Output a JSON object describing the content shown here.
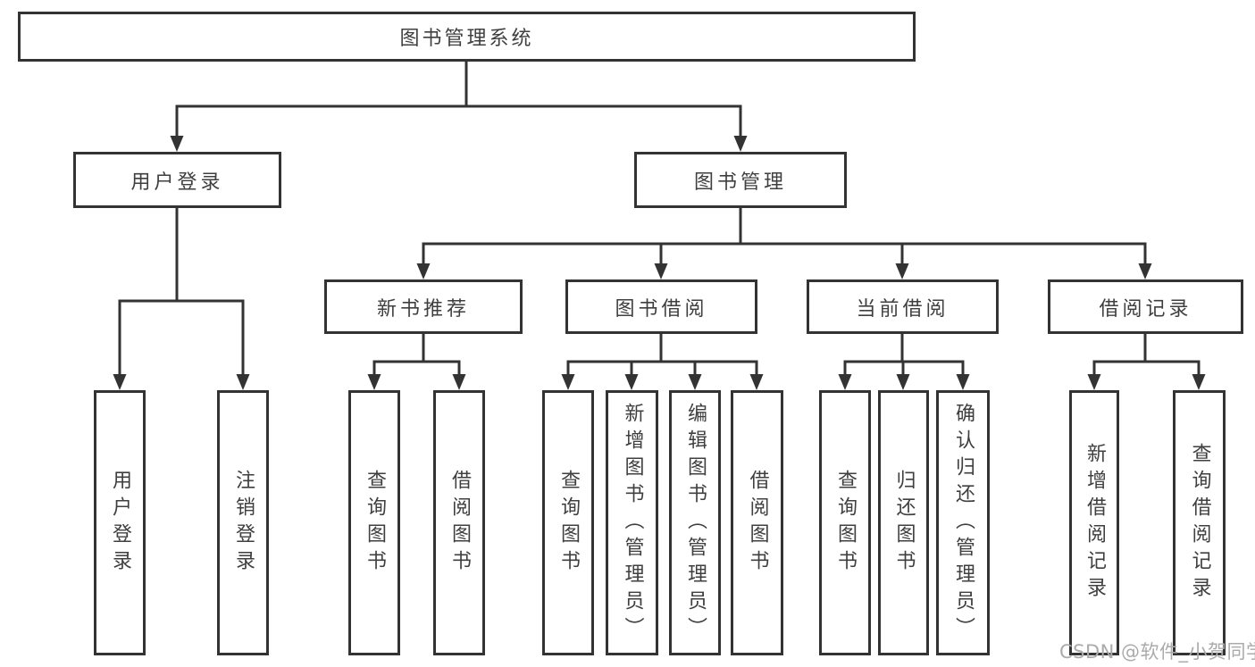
{
  "tree": {
    "root": {
      "label": "图书管理系统"
    },
    "children": [
      {
        "label": "用户登录",
        "children": [
          {
            "label": "用户登录"
          },
          {
            "label": "注销登录"
          }
        ]
      },
      {
        "label": "图书管理",
        "children": [
          {
            "label": "新书推荐",
            "children": [
              {
                "label": "查询图书"
              },
              {
                "label": "借阅图书"
              }
            ]
          },
          {
            "label": "图书借阅",
            "children": [
              {
                "label": "查询图书"
              },
              {
                "label": "新增图书（管理员）"
              },
              {
                "label": "编辑图书（管理员）"
              },
              {
                "label": "借阅图书"
              }
            ]
          },
          {
            "label": "当前借阅",
            "children": [
              {
                "label": "查询图书"
              },
              {
                "label": "归还图书"
              },
              {
                "label": "确认归还（管理员）"
              }
            ]
          },
          {
            "label": "借阅记录",
            "children": [
              {
                "label": "新增借阅记录"
              },
              {
                "label": "查询借阅记录"
              }
            ]
          }
        ]
      }
    ]
  },
  "watermark": {
    "text": "CSDN @软件_小贺同学"
  },
  "colors": {
    "line": "#333333",
    "text": "#3f3f3f",
    "watermark": "#ababab",
    "background": "#ffffff"
  }
}
